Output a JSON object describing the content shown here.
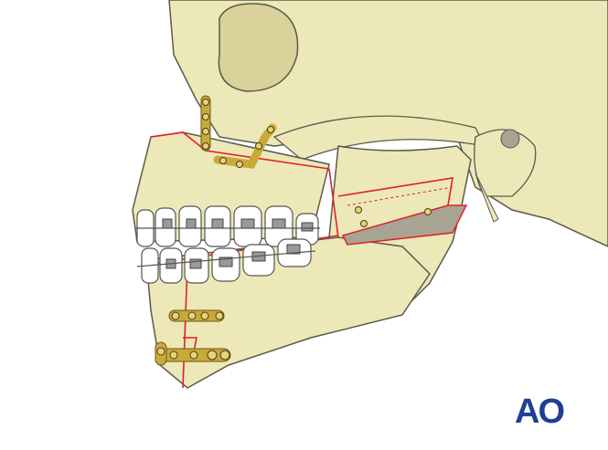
{
  "logo": {
    "text": "AO",
    "color": "#1f3f93"
  },
  "colors": {
    "bone": "#ede8b8",
    "bone_shadow": "#d9d29a",
    "outline": "#5a5a4a",
    "osteotomy_line": "#e0202a",
    "plate": "#c9a93a",
    "bracket": "#8a8a8a",
    "gap": "#a8a494"
  },
  "icons": [
    "skull-illustration",
    "titanium-plate",
    "orthodontic-brackets",
    "screw"
  ]
}
